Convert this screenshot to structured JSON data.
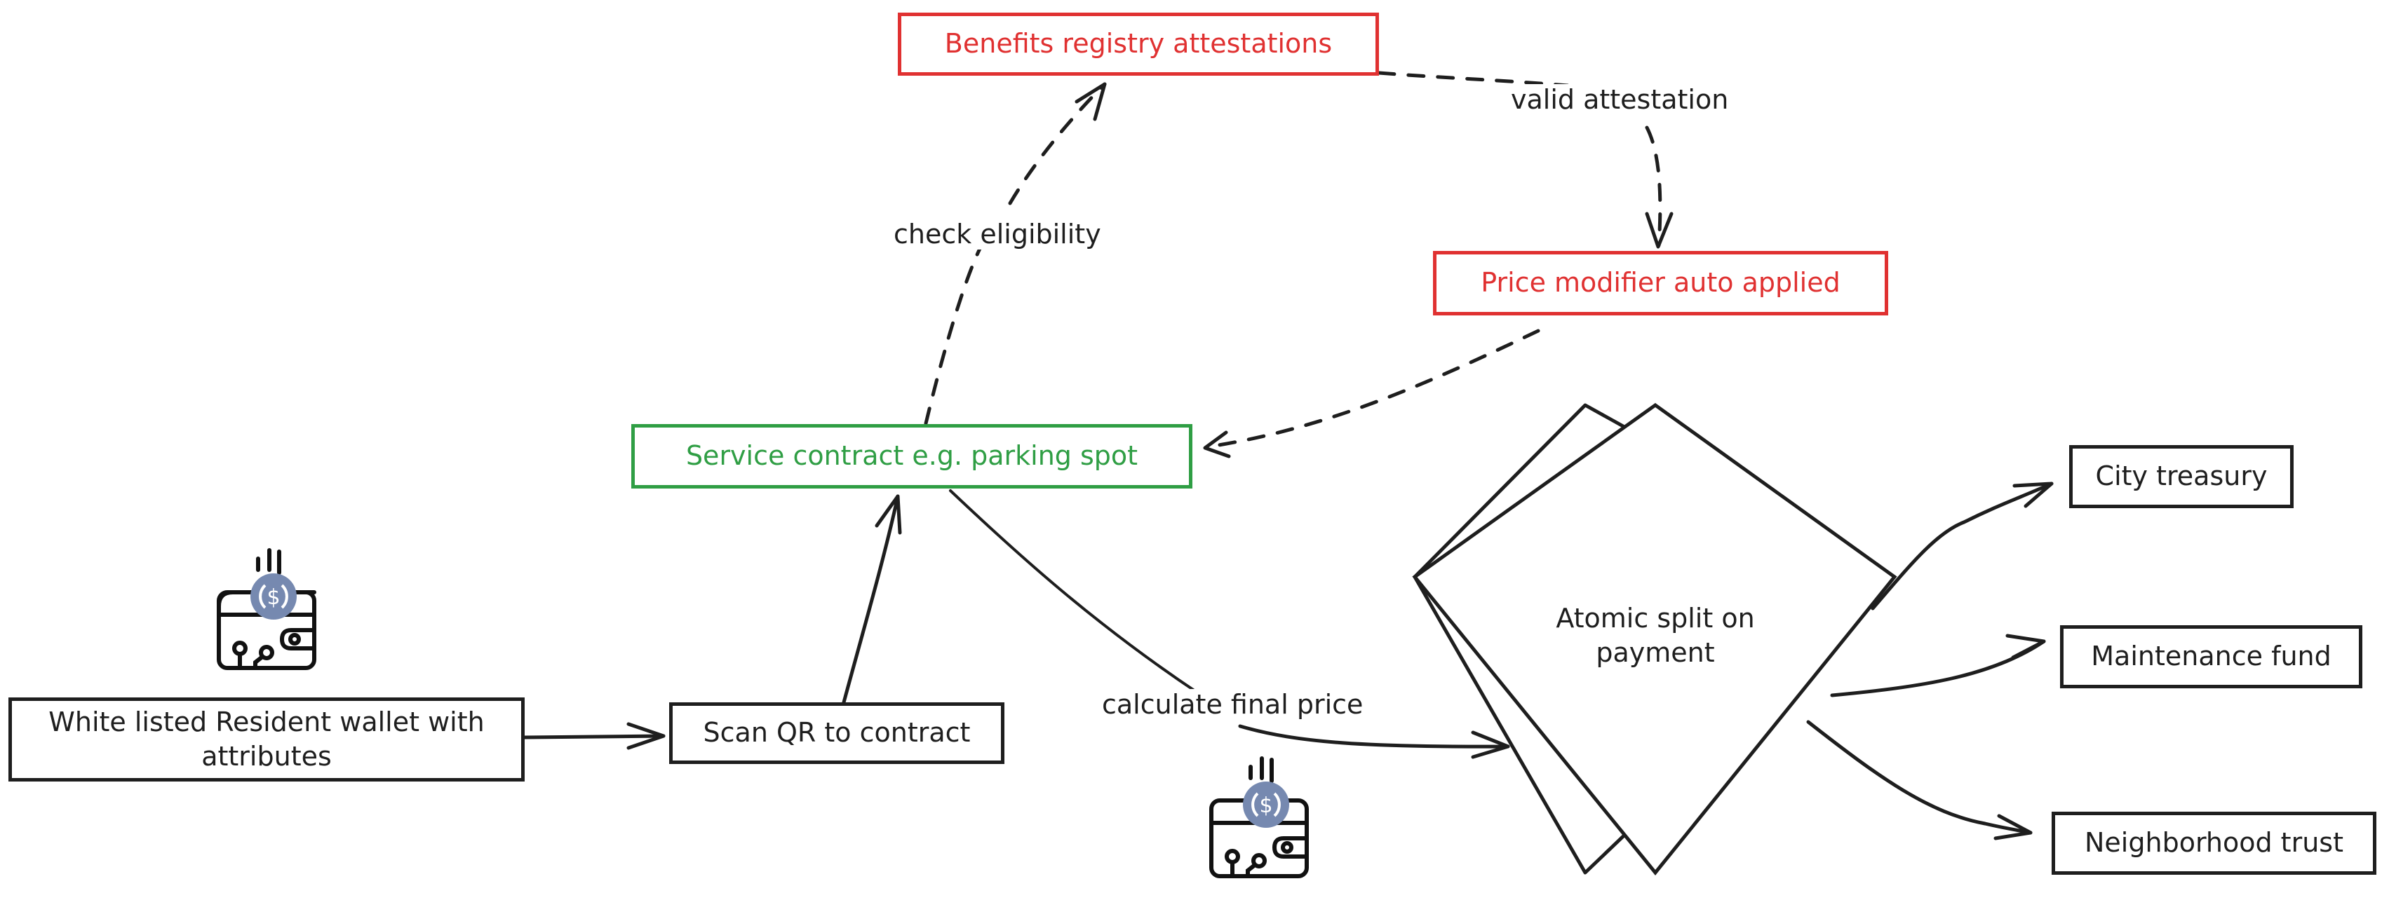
{
  "colors": {
    "stroke": "#1e1e1e",
    "red": "#e03131",
    "green": "#2f9e44",
    "coin": "#7689b0"
  },
  "nodes": {
    "benefits_registry": "Benefits registry attestations",
    "price_modifier": "Price modifier auto applied",
    "service_contract": "Service contract e.g. parking spot",
    "resident_wallet": "White listed Resident wallet with attributes",
    "scan_qr": "Scan QR to contract",
    "atomic_split": "Atomic split on payment",
    "city_treasury": "City treasury",
    "maintenance_fund": "Maintenance fund",
    "neighborhood_trust": "Neighborhood trust"
  },
  "edge_labels": {
    "check_eligibility": "check eligibility",
    "valid_attestation": "valid attestation",
    "calculate_final_price": "calculate final price"
  },
  "icons": {
    "wallet_1": "crypto-wallet-icon",
    "wallet_2": "crypto-wallet-icon"
  }
}
